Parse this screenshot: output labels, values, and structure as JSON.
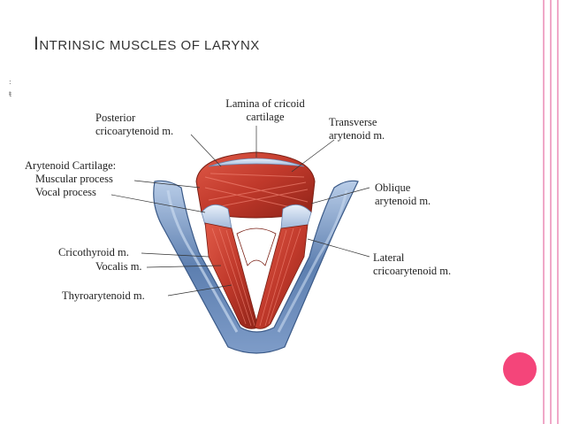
{
  "slide": {
    "title_first_letter": "I",
    "title_rest": "NTRINSIC MUSCLES OF LARYNX"
  },
  "labels": {
    "lamina_line1": "Lamina of cricoid",
    "lamina_line2": "cartilage",
    "posterior_line1": "Posterior",
    "posterior_line2": "cricoarytenoid m.",
    "transverse_line1": "Transverse",
    "transverse_line2": "arytenoid m.",
    "arytenoid_cartilage": "Arytenoid Cartilage:",
    "muscular_process": "Muscular process",
    "vocal_process": "Vocal process",
    "oblique_line1": "Oblique",
    "oblique_line2": "arytenoid m.",
    "cricothyroid": "Cricothyroid m.",
    "vocalis": "Vocalis m.",
    "lateral_line1": "Lateral",
    "lateral_line2": "cricoarytenoid m.",
    "thyroarytenoid": "Thyroarytenoid m."
  },
  "colors": {
    "stripe": "#f0a8c8",
    "accent_dot": "#f4457a",
    "cartilage_blue": "#5d7fb0",
    "muscle_red": "#c0392b"
  }
}
